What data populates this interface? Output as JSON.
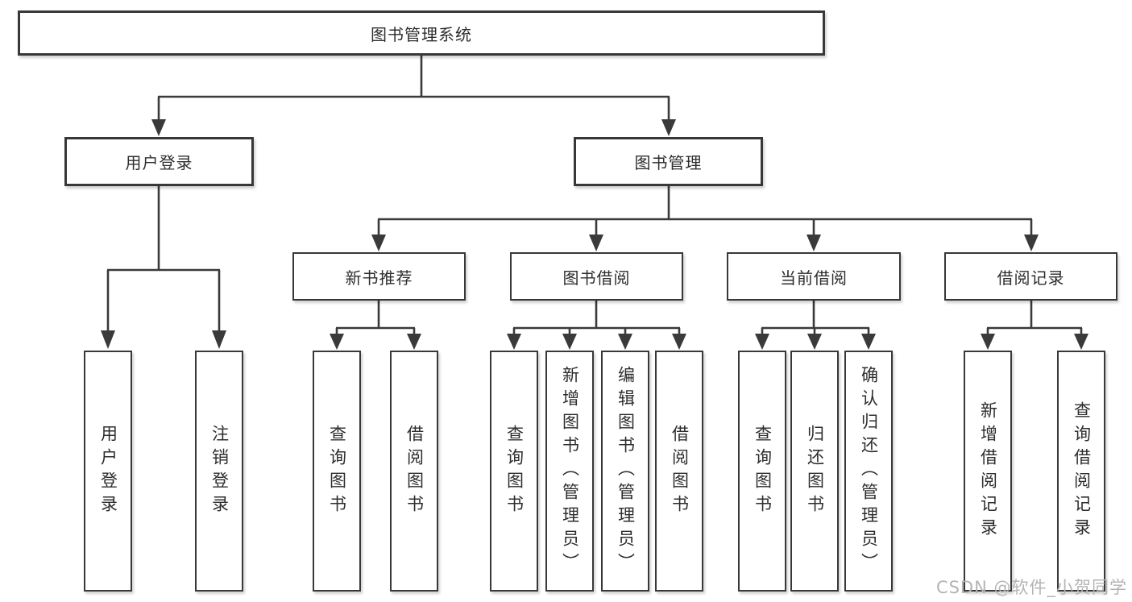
{
  "tree": {
    "root": "图书管理系统",
    "branches": [
      {
        "label": "用户登录",
        "children": [
          "用户登录",
          "注销登录"
        ]
      },
      {
        "label": "图书管理",
        "sections": [
          {
            "label": "新书推荐",
            "children": [
              "查询图书",
              "借阅图书"
            ]
          },
          {
            "label": "图书借阅",
            "children": [
              "查询图书",
              "新增图书（管理员）",
              "编辑图书（管理员）",
              "借阅图书"
            ]
          },
          {
            "label": "当前借阅",
            "children": [
              "查询图书",
              "归还图书",
              "确认归还（管理员）"
            ]
          },
          {
            "label": "借阅记录",
            "children": [
              "新增借阅记录",
              "查询借阅记录"
            ]
          }
        ]
      }
    ]
  },
  "watermark": "CSDN @软件_小贺同学",
  "colors": {
    "line": "#3a3a3a",
    "border": "#383838",
    "text": "#2d2d2d",
    "watermark": "#b4b4b4",
    "background": "#ffffff"
  }
}
